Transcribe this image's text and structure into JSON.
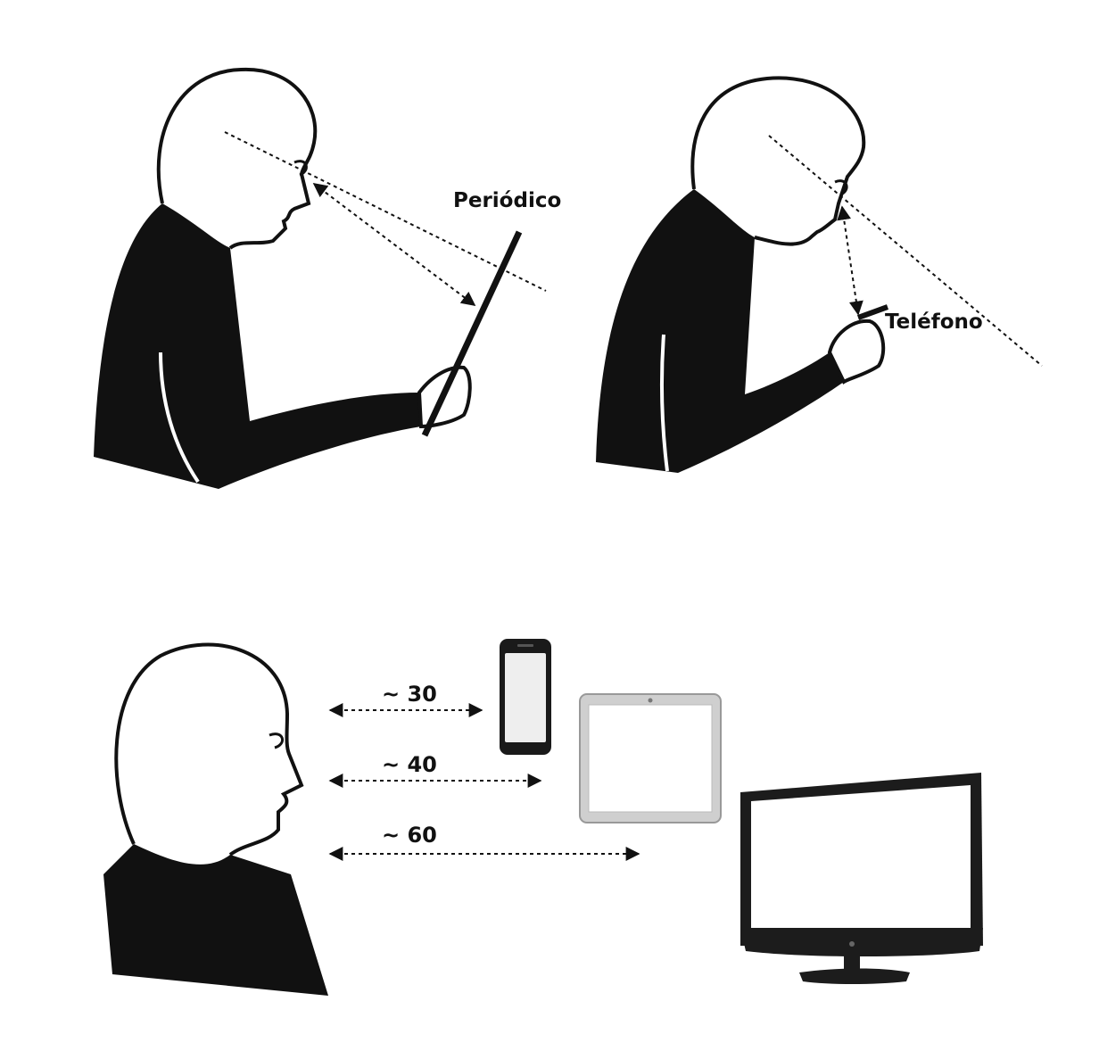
{
  "labels": {
    "newspaper": "Periódico",
    "phone": "Teléfono"
  },
  "distances": [
    {
      "label": "~ 30"
    },
    {
      "label": "~ 40"
    },
    {
      "label": "~ 60"
    }
  ],
  "colors": {
    "ink": "#111111",
    "background": "#ffffff",
    "screen": "#eeeeee",
    "device_frame": "#cfcfcf"
  }
}
